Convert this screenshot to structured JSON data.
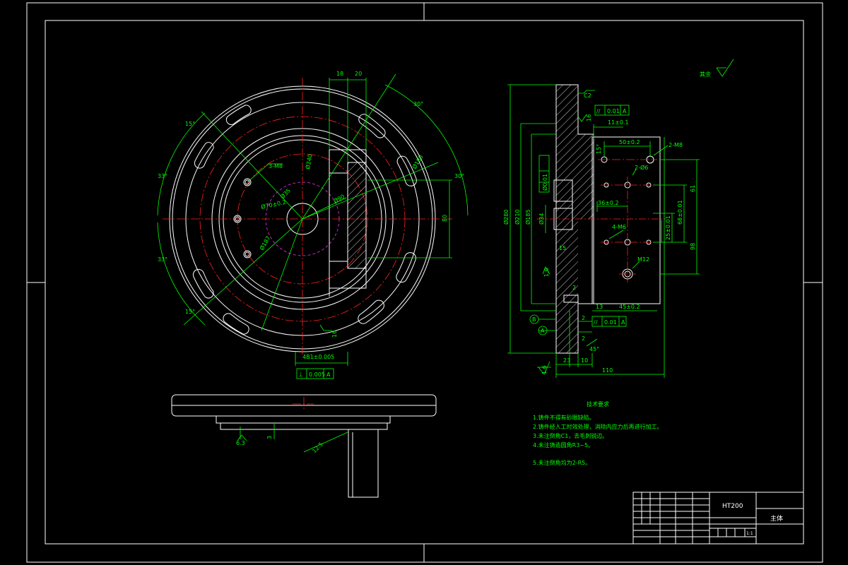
{
  "colors": {
    "background": "#000000",
    "outline": "#ffffff",
    "dimension": "#00ff00",
    "centerline": "#ff2020",
    "hidden": "#d030d0"
  },
  "front_view": {
    "dims": {
      "w18": "18",
      "w20": "20",
      "ang30_top": "30°",
      "ang30_right": "30°",
      "ang15_tl": "15°",
      "ang15_bl": "15°",
      "ang33_l": "33°",
      "ang33_bl": "33°",
      "hole_3m8": "3-M8",
      "dia_35": "Ø35",
      "dia_70": "Ø70±0.2",
      "dia_240": "Ø240",
      "dia_90": "Ø90",
      "dia_187": "Ø187",
      "dia_180": "Ø180",
      "h80": "80",
      "r16": "16",
      "slot_width": "4B1±0.005",
      "perp_tol": "0.005",
      "datum_a": "A"
    }
  },
  "bottom_view": {
    "dims": {
      "d63": "6.3",
      "d3": "3",
      "d125": "12.5"
    }
  },
  "section_view": {
    "dims": {
      "c2": "C2",
      "flat_tol": "0.01",
      "datum_a": "A",
      "datum_b": "B",
      "r16_top": "16",
      "w11": "11±0.1",
      "w50": "50±0.2",
      "hole_2m8": "2-M8",
      "hole_2m6": "2-Ø6",
      "ang15": "15°",
      "w36": "36±0.2",
      "hole_4m6": "4-M6",
      "m12": "M12",
      "dia_280": "Ø280",
      "dia_210": "Ø210",
      "dia_185": "Ø185",
      "dia_34": "Ø34",
      "coax_tol": "Ø0.01",
      "h15": "15",
      "h61": "61",
      "h68": "68±0.01",
      "h25": "25±0.01",
      "h98": "98",
      "w13": "13",
      "w45": "45±0.2",
      "par_tol": "0.01",
      "d2a": "2",
      "d2b": "2",
      "d2c": "2",
      "chamfer45": "45°",
      "w23": "23",
      "w10": "10",
      "w110": "110",
      "r16_bot": "1.6",
      "r16_left": "1.6"
    }
  },
  "surface_symbol": "其余",
  "notes": {
    "title": "技术要求",
    "items": [
      "1.铸件不得有砂眼缺陷。",
      "2.铸件经人工时效处理，消除内应力后再进行加工。",
      "3.未注倒角C1，去毛刺锐边。",
      "4.未注铸造圆角R3~5。",
      "5.未注倒角均为2-R5。"
    ]
  },
  "title_block": {
    "material": "HT200",
    "part_name": "主体",
    "scale": "1:1"
  }
}
